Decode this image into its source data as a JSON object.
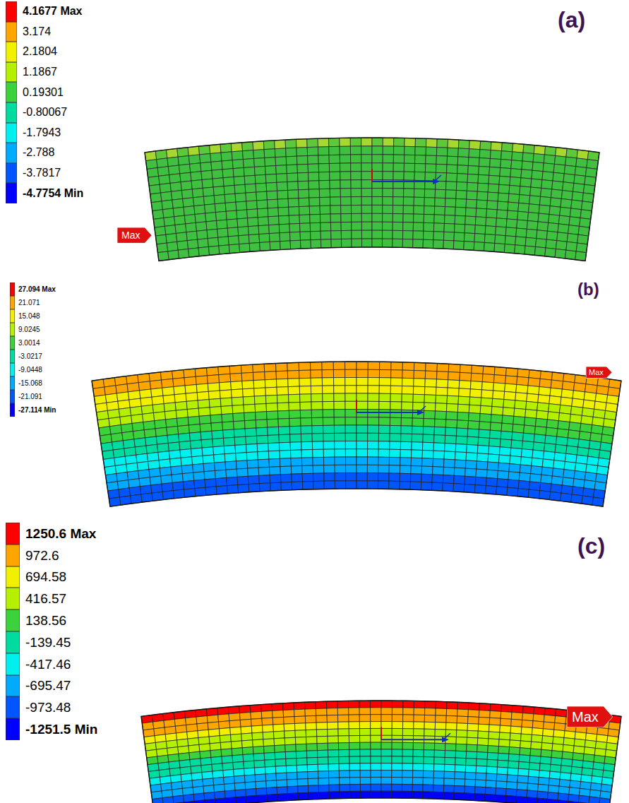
{
  "diagram": {
    "nodes": [
      {
        "text": [
          "Max"
        ]
      },
      {
        "text": [
          "Max"
        ]
      },
      {
        "text": [
          "Max"
        ]
      }
    ],
    "labels": [
      "(a)",
      "(b)",
      "(c)"
    ],
    "legend": [
      {
        "text": "4.1677 Max",
        "color": "#ff0000"
      },
      {
        "text": "3.174",
        "color": "#ffa500"
      },
      {
        "text": "2.1804",
        "color": "#f0f000"
      },
      {
        "text": "1.1867",
        "color": "#b4f000"
      },
      {
        "text": "0.19301",
        "color": "#3cd23c"
      },
      {
        "text": "-0.80067",
        "color": "#00dca0"
      },
      {
        "text": "-1.7943",
        "color": "#00f0f0"
      },
      {
        "text": "-2.788",
        "color": "#00aaff"
      },
      {
        "text": "-3.7817",
        "color": "#0055ff"
      },
      {
        "text": "-4.7754 Min",
        "color": "#0000ff"
      },
      {
        "text": "27.094 Max",
        "color": "#ff0000"
      },
      {
        "text": "21.071",
        "color": "#ffa500"
      },
      {
        "text": "15.048",
        "color": "#f0f000"
      },
      {
        "text": "9.0245",
        "color": "#b4f000"
      },
      {
        "text": "3.0014",
        "color": "#3cd23c"
      },
      {
        "text": "-3.0217",
        "color": "#00dca0"
      },
      {
        "text": "-9.0448",
        "color": "#00f0f0"
      },
      {
        "text": "-15.068",
        "color": "#00aaff"
      },
      {
        "text": "-21.091",
        "color": "#0055ff"
      },
      {
        "text": "-27.114 Min",
        "color": "#0000ff"
      },
      {
        "text": "1250.6 Max",
        "color": "#ff0000"
      },
      {
        "text": "972.6",
        "color": "#ffa500"
      },
      {
        "text": "694.58",
        "color": "#f0f000"
      },
      {
        "text": "416.57",
        "color": "#b4f000"
      },
      {
        "text": "138.56",
        "color": "#3cd23c"
      },
      {
        "text": "-139.45",
        "color": "#00dca0"
      },
      {
        "text": "-417.46",
        "color": "#00f0f0"
      },
      {
        "text": "-695.47",
        "color": "#00aaff"
      },
      {
        "text": "-973.48",
        "color": "#0055ff"
      },
      {
        "text": "-1251.5 Min",
        "color": "#0000ff"
      }
    ]
  }
}
